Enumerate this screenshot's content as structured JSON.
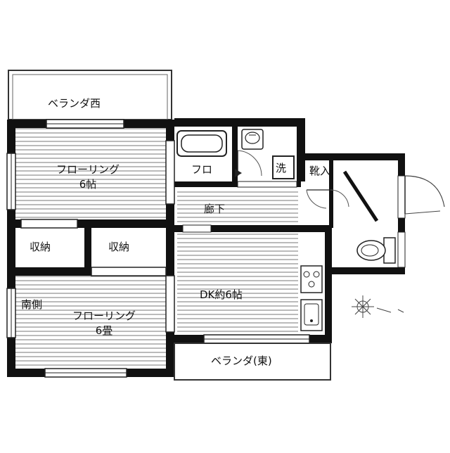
{
  "rooms": {
    "veranda_west": "ベランダ西",
    "flooring_north": {
      "name": "フローリング",
      "size": "6帖"
    },
    "bath": "フロ",
    "wash": "洗",
    "entrance": "靴入",
    "corridor": "廊下",
    "storage_1": "収納",
    "storage_2": "収納",
    "south_side": "南側",
    "flooring_south": {
      "name": "フローリング",
      "size": "6畳"
    },
    "dk": "DK約6帖",
    "veranda_east": "ベランダ(東)"
  },
  "colors": {
    "wall": "#111111",
    "line": "#222222",
    "background": "#ffffff",
    "hatch": "#666666"
  },
  "icons": [
    "bathtub-icon",
    "toilet-icon",
    "washbasin-icon",
    "kitchen-sink-icon",
    "stove-icon",
    "compass-icon",
    "door-swing-icon"
  ]
}
